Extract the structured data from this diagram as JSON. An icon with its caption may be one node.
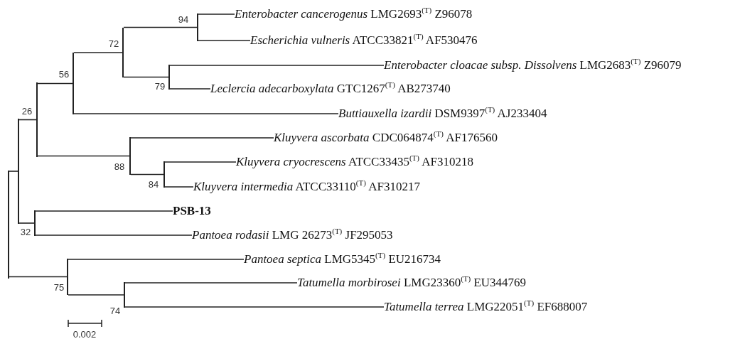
{
  "diagram": {
    "nodes": [
      {
        "text": [
          "*Enterobacter cancerogenus* LMG2693$^{(T)}$ Z96078"
        ]
      },
      {
        "text": [
          "*Escherichia vulneris* ATCC33821$^{(T)}$ AF530476"
        ]
      },
      {
        "text": [
          "*Enterobacter cloacae subsp. Dissolvens* LMG2683$^{(T)}$ Z96079"
        ]
      },
      {
        "text": [
          "*Leclercia adecarboxylata* GTC1267$^{(T)}$ AB273740"
        ]
      },
      {
        "text": [
          "*Buttiauxella izardii* DSM9397$^{(T)}$ AJ233404"
        ]
      },
      {
        "text": [
          "*Kluyvera ascorbata* CDC064874$^{(T)}$ AF176560"
        ]
      },
      {
        "text": [
          "*Kluyvera cryocrescens* ATCC33435$^{(T)}$ AF310218"
        ]
      },
      {
        "text": [
          "*Kluyvera intermedia* ATCC33110$^{(T)}$ AF310217"
        ]
      },
      {
        "text": [
          "PSB-13"
        ]
      },
      {
        "text": [
          "*Pantoea rodasii* LMG 26273$^{(T)}$ JF295053"
        ]
      },
      {
        "text": [
          "*Pantoea septica* LMG5345$^{(T)}$ EU216734"
        ]
      },
      {
        "text": [
          "*Tatumella morbirosei* LMG23360$^{(T)}$ EU344769"
        ]
      },
      {
        "text": [
          "*Tatumella terrea* LMG22051$^{(T)}$ EF688007"
        ]
      },
      {
        "text": [],
        "shape": "bar"
      },
      {
        "text": [],
        "shape": "bar"
      },
      {
        "text": [],
        "shape": "bar",
        "beside": [
          "32"
        ]
      },
      {
        "text": [],
        "shape": "bar",
        "beside": [
          "26"
        ]
      },
      {
        "text": [],
        "shape": "bar",
        "beside": [
          "75"
        ]
      },
      {
        "text": [],
        "shape": "bar",
        "beside": [
          "56"
        ]
      },
      {
        "text": [],
        "shape": "bar",
        "beside": [
          "72"
        ]
      },
      {
        "text": [],
        "shape": "bar",
        "beside": [
          "74"
        ]
      },
      {
        "text": [],
        "shape": "bar",
        "beside": [
          "88"
        ]
      },
      {
        "text": [],
        "shape": "bar",
        "beside": [
          "84"
        ]
      },
      {
        "text": [],
        "shape": "bar",
        "beside": [
          "79"
        ]
      },
      {
        "text": [],
        "shape": "bar",
        "beside": [
          "94"
        ]
      }
    ],
    "edges": [
      {
        "from": 13,
        "to": 14,
        "arrow": "none"
      },
      {
        "from": 13,
        "to": 17,
        "arrow": "none"
      },
      {
        "from": 14,
        "to": 16,
        "arrow": "none"
      },
      {
        "from": 14,
        "to": 15,
        "arrow": "none"
      },
      {
        "from": 15,
        "to": 8,
        "arrow": "none"
      },
      {
        "from": 15,
        "to": 9,
        "arrow": "none"
      },
      {
        "from": 16,
        "to": 18,
        "arrow": "none"
      },
      {
        "from": 16,
        "to": 21,
        "arrow": "none"
      },
      {
        "from": 17,
        "to": 10,
        "arrow": "none"
      },
      {
        "from": 17,
        "to": 20,
        "arrow": "none"
      },
      {
        "from": 18,
        "to": 19,
        "arrow": "none"
      },
      {
        "from": 18,
        "to": 4,
        "arrow": "none"
      },
      {
        "from": 19,
        "to": 24,
        "arrow": "none"
      },
      {
        "from": 19,
        "to": 23,
        "arrow": "none"
      },
      {
        "from": 20,
        "to": 11,
        "arrow": "none"
      },
      {
        "from": 20,
        "to": 12,
        "arrow": "none"
      },
      {
        "from": 21,
        "to": 5,
        "arrow": "none"
      },
      {
        "from": 21,
        "to": 22,
        "arrow": "none"
      },
      {
        "from": 22,
        "to": 6,
        "arrow": "none"
      },
      {
        "from": 22,
        "to": 7,
        "arrow": "none"
      },
      {
        "from": 23,
        "to": 2,
        "arrow": "none"
      },
      {
        "from": 23,
        "to": 3,
        "arrow": "none"
      },
      {
        "from": 24,
        "to": 0,
        "arrow": "none"
      },
      {
        "from": 24,
        "to": 1,
        "arrow": "none"
      }
    ],
    "labels": [
      "0.002"
    ]
  }
}
